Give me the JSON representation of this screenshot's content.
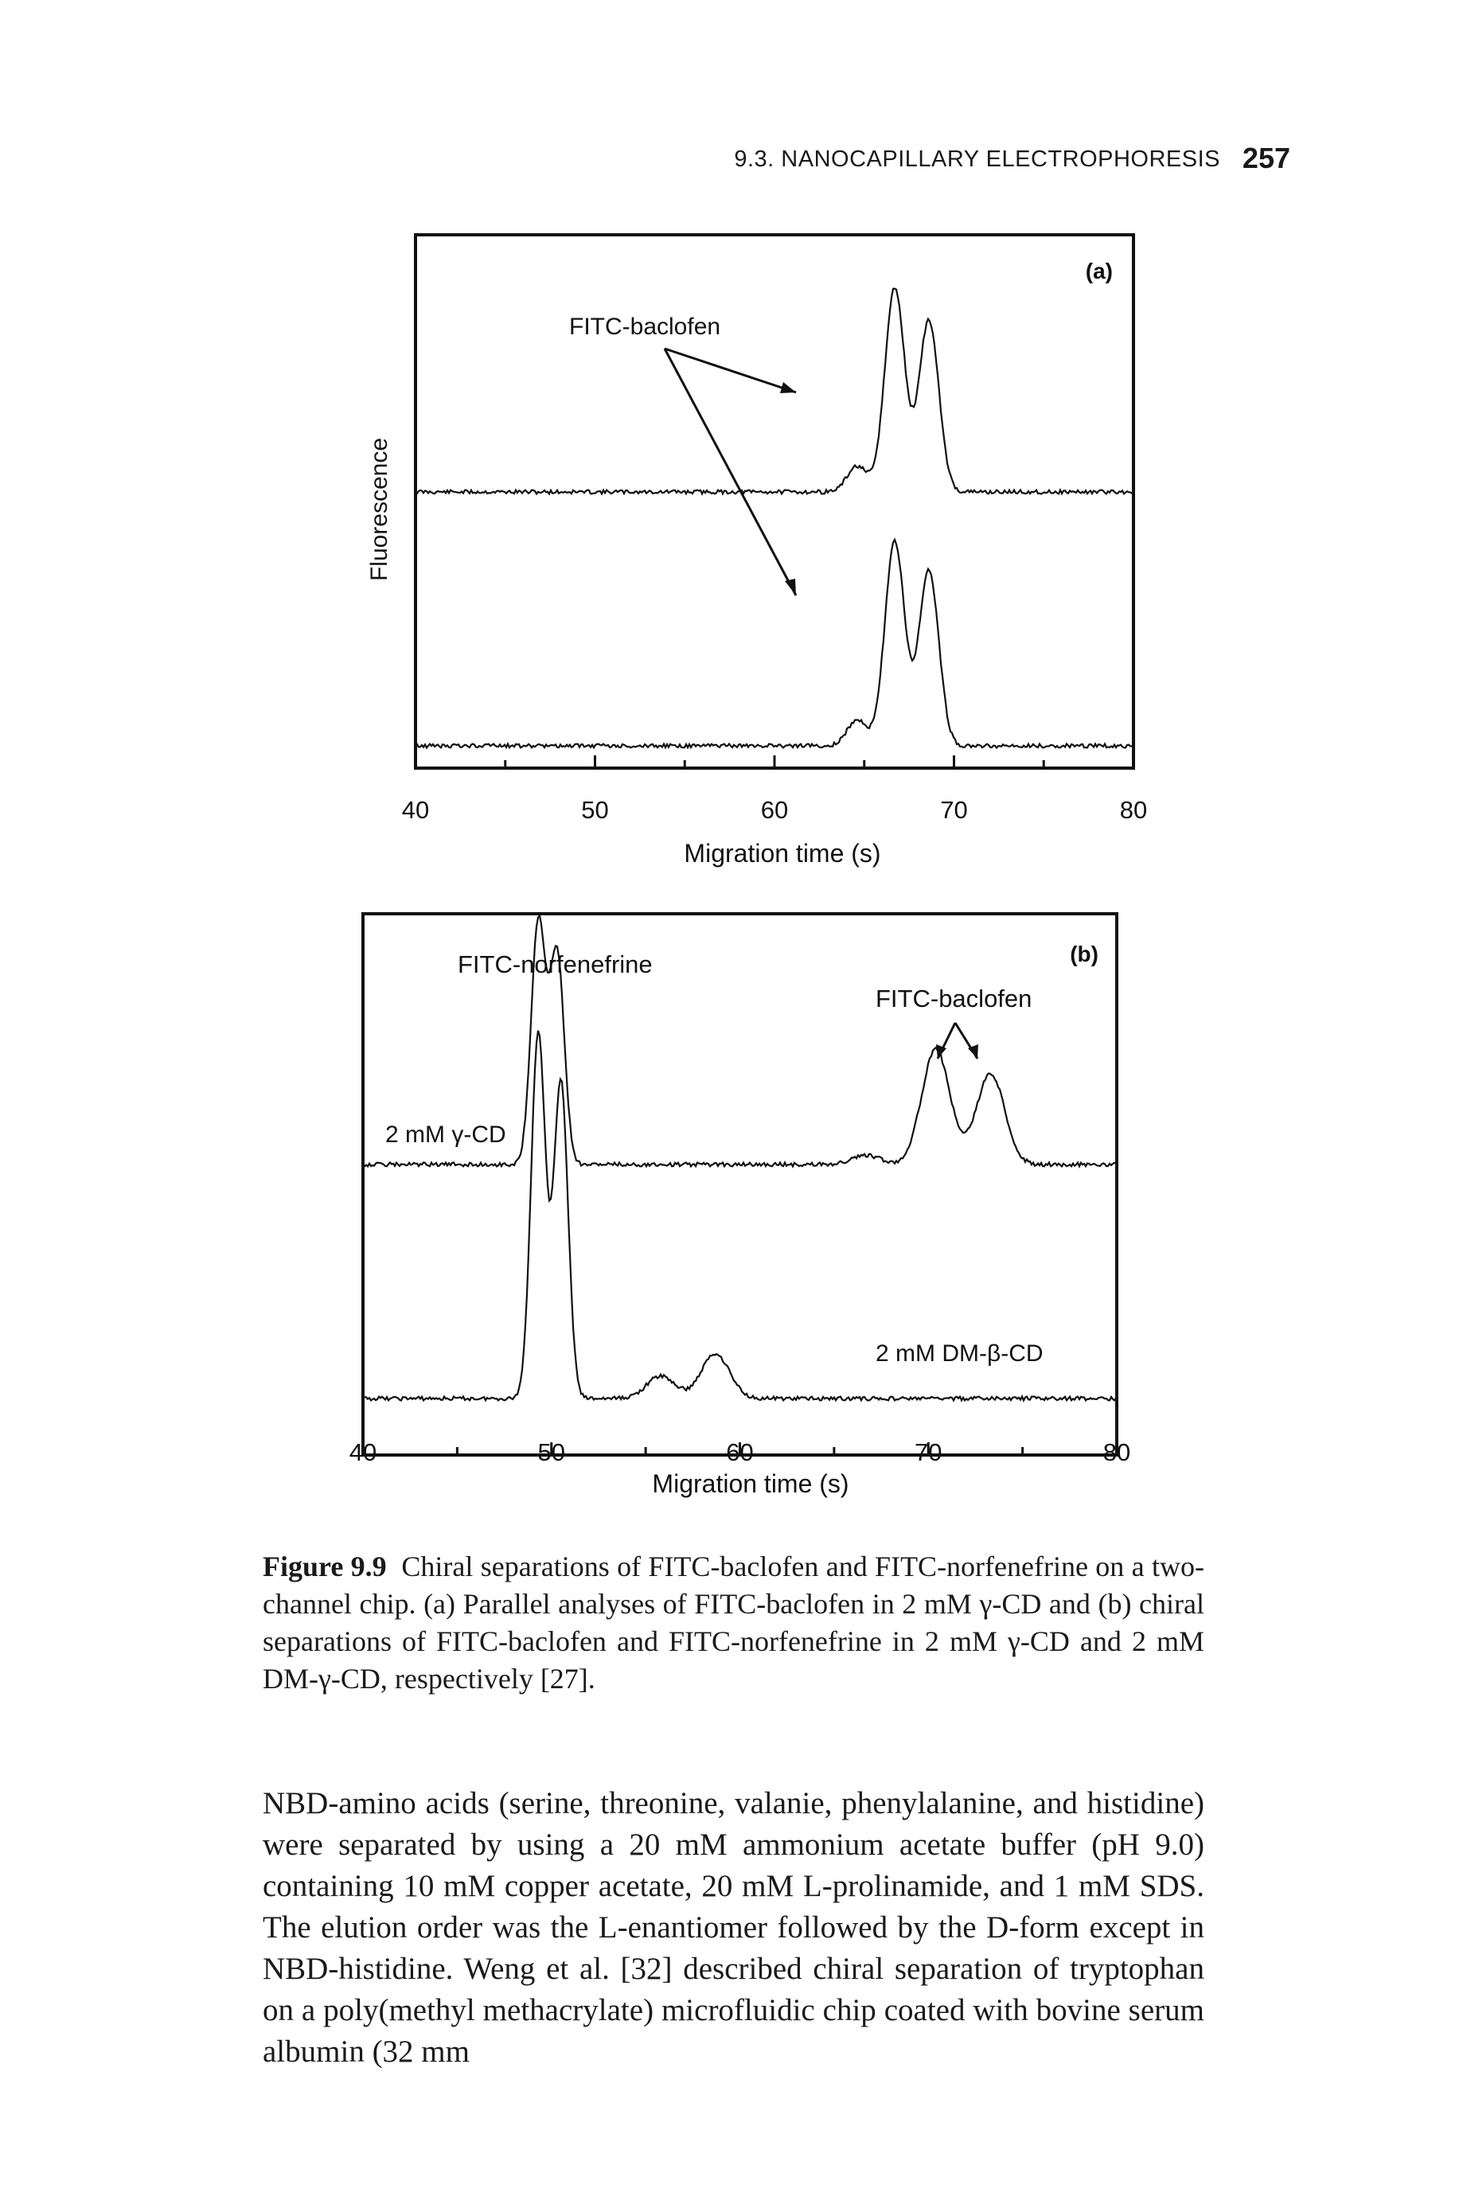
{
  "header": {
    "running_head": "9.3. NANOCAPILLARY ELECTROPHORESIS",
    "page_number": "257"
  },
  "chart_data": [
    {
      "type": "line",
      "panel_label": "(a)",
      "xlabel": "Migration time (s)",
      "ylabel": "Fluorescence",
      "xlim": [
        40,
        80
      ],
      "xticks": [
        "40",
        "50",
        "60",
        "70",
        "80"
      ],
      "annotations": [
        "FITC-baclofen"
      ],
      "series": [
        {
          "peaks": [
            {
              "x": 64.6,
              "height": 0.12
            },
            {
              "x": 66.7,
              "height": 0.95
            },
            {
              "x": 68.6,
              "height": 0.8
            }
          ]
        },
        {
          "peaks": [
            {
              "x": 64.6,
              "height": 0.12
            },
            {
              "x": 66.7,
              "height": 0.95
            },
            {
              "x": 68.6,
              "height": 0.82
            }
          ]
        }
      ]
    },
    {
      "type": "line",
      "panel_label": "(b)",
      "xlabel": "Migration time (s)",
      "xlim": [
        40,
        80
      ],
      "xticks": [
        "40",
        "50",
        "60",
        "70",
        "80"
      ],
      "annotations": [
        "FITC-norfenefrine",
        "FITC-baclofen"
      ],
      "series": [
        {
          "name": "2 mM γ-CD",
          "peaks": [
            {
              "x": 49.3,
              "height": 0.8
            },
            {
              "x": 50.3,
              "height": 0.7
            },
            {
              "x": 66.7,
              "height": 0.03
            },
            {
              "x": 70.4,
              "height": 0.38
            },
            {
              "x": 73.3,
              "height": 0.3
            }
          ]
        },
        {
          "name": "2 mM DM-β-CD",
          "peaks": [
            {
              "x": 49.3,
              "height": 0.98
            },
            {
              "x": 50.5,
              "height": 0.85
            },
            {
              "x": 55.8,
              "height": 0.06
            },
            {
              "x": 58.7,
              "height": 0.12
            }
          ]
        }
      ]
    }
  ],
  "caption": {
    "label": "Figure 9.9",
    "text": "Chiral separations of FITC-baclofen and FITC-norfenefrine on a two-channel chip. (a) Parallel analyses of FITC-baclofen in 2 mM γ-CD and (b) chiral separations of FITC-baclofen and FITC-norfenefrine in 2 mM γ-CD and 2 mM DM-γ-CD, respectively [27]."
  },
  "body": {
    "paragraph": "NBD-amino acids (serine, threonine, valanie, phenylalanine, and histidine) were separated by using a 20 mM ammonium acetate buffer (pH 9.0) containing 10 mM copper acetate, 20 mM L-prolinamide, and 1 mM SDS. The elution order was the L-enantiomer followed by the D-form except in NBD-histidine. Weng et al. [32] described chiral separation of tryptophan on a poly(methyl methacrylate) microfluidic chip coated with bovine serum albumin (32 mm"
  }
}
